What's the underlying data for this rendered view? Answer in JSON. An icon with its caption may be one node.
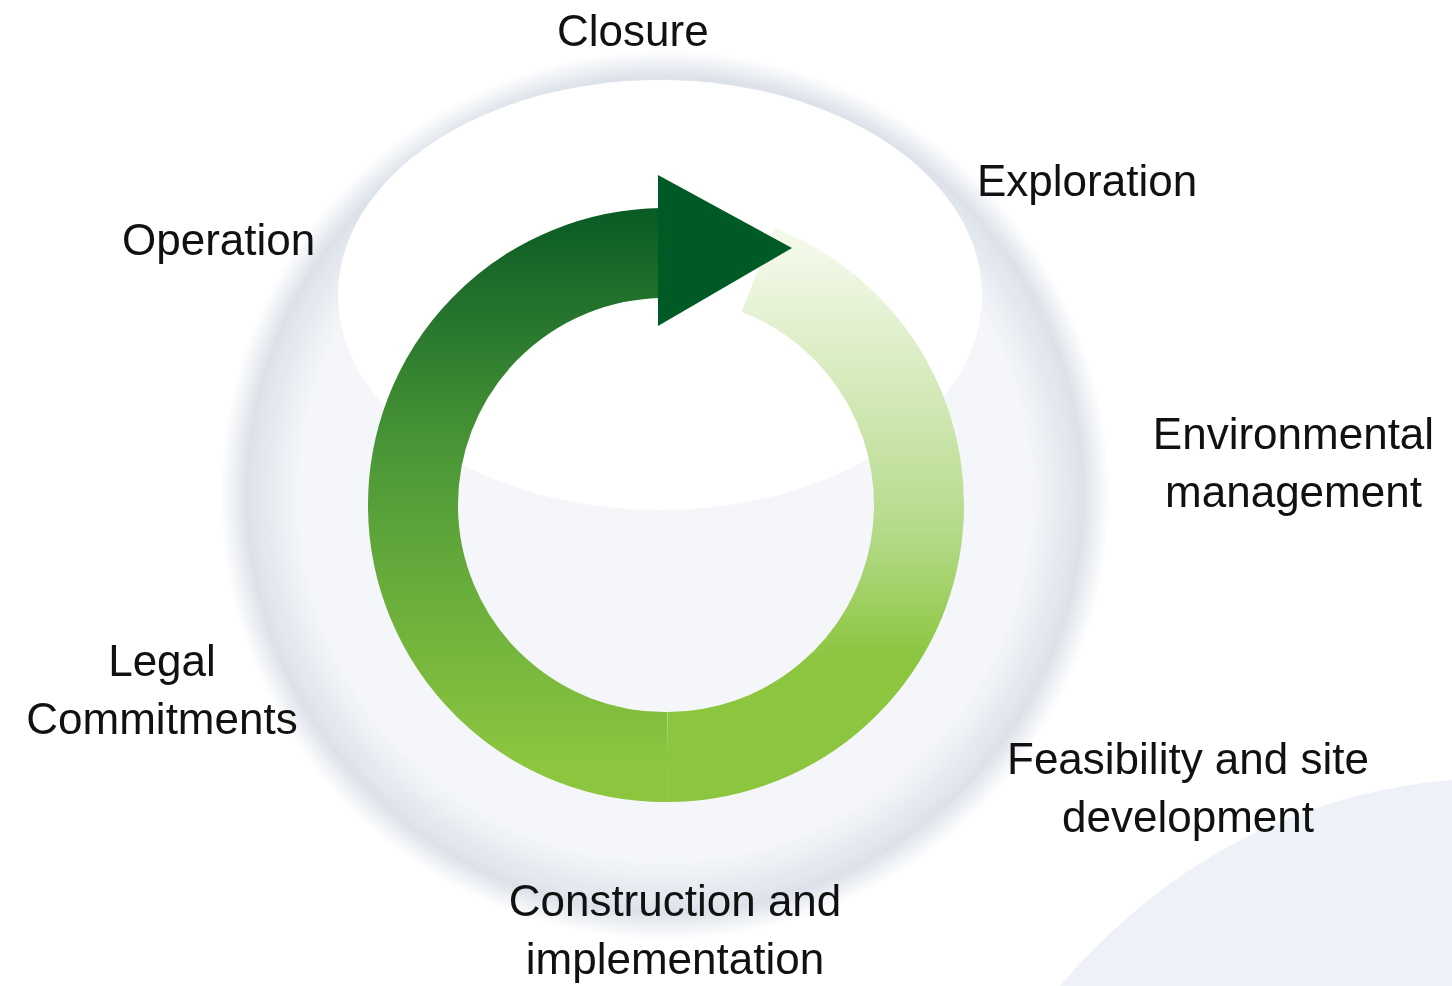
{
  "diagram": {
    "labels": [
      "Closure",
      "Exploration",
      "Operation",
      "Environmental management",
      "Legal Commitments",
      "Feasibility and site development",
      "Construction and implementation"
    ]
  }
}
